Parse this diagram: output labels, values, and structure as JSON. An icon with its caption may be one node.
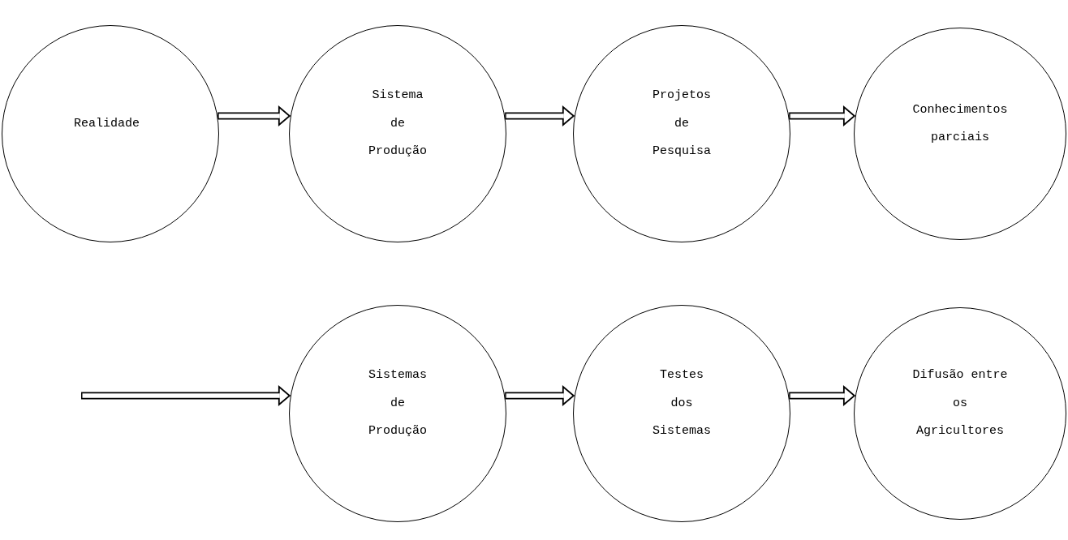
{
  "diagram": {
    "nodes": [
      {
        "text": [
          "Realidade"
        ]
      },
      {
        "text": [
          "Sistema de Produção"
        ]
      },
      {
        "text": [
          "Projetos de Pesquisa"
        ]
      },
      {
        "text": [
          "Conhecimentos parciais"
        ]
      },
      {
        "text": [
          "Sistemas de Produção"
        ]
      },
      {
        "text": [
          "Testes dos Sistemas"
        ]
      },
      {
        "text": [
          "Difusão entre os Agricultores"
        ]
      }
    ],
    "edges": [
      {
        "from": 0,
        "to": 1,
        "arrow": "to"
      },
      {
        "from": 1,
        "to": 2,
        "arrow": "to"
      },
      {
        "from": 2,
        "to": 3,
        "arrow": "to"
      },
      {
        "from": null,
        "to": 4,
        "arrow": "to"
      },
      {
        "from": 4,
        "to": 5,
        "arrow": "to"
      },
      {
        "from": 5,
        "to": 6,
        "arrow": "to"
      }
    ]
  }
}
